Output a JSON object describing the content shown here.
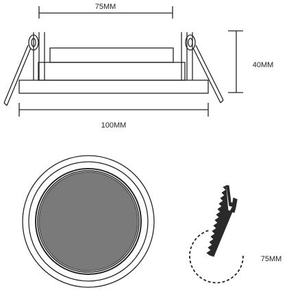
{
  "labels": {
    "top_width": "75MM",
    "bottom_width": "100MM",
    "height": "40MM",
    "cutout": "75MM"
  },
  "colors": {
    "line": "#222222",
    "lens_fill": "#7a7a7a",
    "background": "#ffffff"
  }
}
